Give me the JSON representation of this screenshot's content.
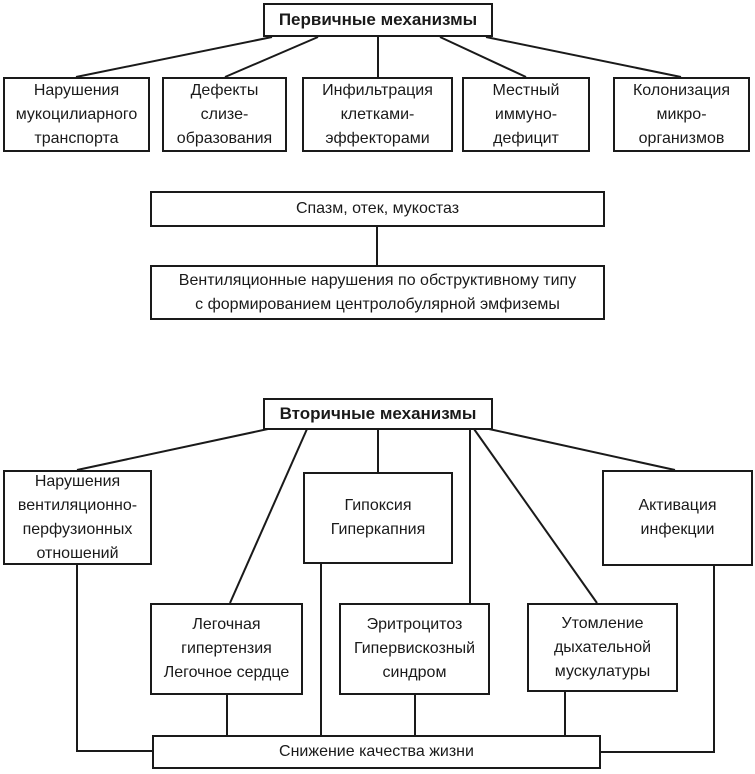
{
  "colors": {
    "background": "#ffffff",
    "border": "#1a1a1a",
    "text": "#1a1a1a"
  },
  "diagram": {
    "primary": {
      "title": "Первичные механизмы",
      "factors": [
        "Нарушения\nмукоцилиарного\nтранспорта",
        "Дефекты\nслизе-\nобразования",
        "Инфильтрация\nклетками-\nэффекторами",
        "Местный\nиммуно-\nдефицит",
        "Колонизация\nмикро-\nорганизмов"
      ],
      "consequence_1": "Спазм, отек, мукостаз",
      "consequence_2": "Вентиляционные нарушения по обструктивному типу\nс формированием центролобулярной эмфиземы"
    },
    "secondary": {
      "title": "Вторичные механизмы",
      "factors_row1": [
        "Нарушения\nвентиляционно-\nперфузионных\nотношений",
        "Гипоксия\nГиперкапния",
        "Активация\nинфекции"
      ],
      "factors_row2": [
        "Легочная\nгипертензия\nЛегочное сердце",
        "Эритроцитоз\nГипервискозный\nсиндром",
        "Утомление\nдыхательной\nмускулатуры"
      ],
      "outcome": "Снижение качества жизни"
    }
  }
}
